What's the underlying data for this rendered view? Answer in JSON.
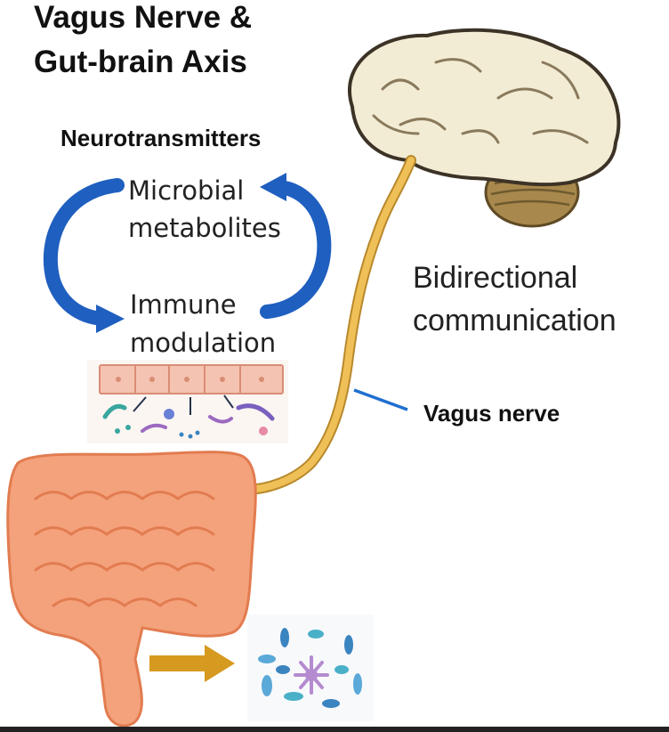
{
  "title": {
    "line1": "Vagus Nerve &",
    "line2": "Gut-brain Axis"
  },
  "labels": {
    "neurotransmitters": "Neurotransmitters",
    "microbial_line1": "Microbial",
    "microbial_line2": "metabolites",
    "immune_line1": "Immune",
    "immune_line2": "modulation",
    "bidirectional_line1": "Bidirectional",
    "bidirectional_line2": "communication",
    "vagus_nerve": "Vagus nerve"
  },
  "colors": {
    "cycle_arrows": "#1f5fbf",
    "nerve": "#f0c058",
    "brain": "#f3ecd4",
    "brainstem": "#a8884c",
    "intestine": "#f4a27c",
    "microbiota_arrow": "#d79a20",
    "leader_line": "#1f6fd0"
  }
}
